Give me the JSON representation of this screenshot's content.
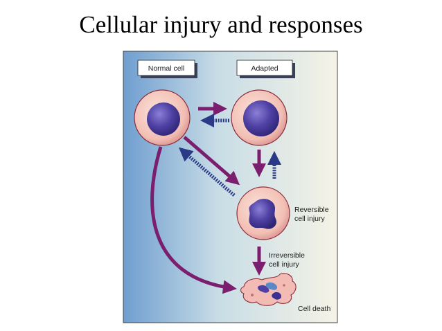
{
  "title": "Cellular injury and responses",
  "labels": {
    "normal_cell": "Normal cell",
    "adapted": "Adapted",
    "reversible_line1": "Reversible",
    "reversible_line2": "cell injury",
    "irreversible_line1": "Irreversible",
    "irreversible_line2": "cell injury",
    "cell_death": "Cell death"
  },
  "colors": {
    "panel_left": "#6f9ed0",
    "panel_mid": "#c9dde6",
    "panel_right": "#f5f3e6",
    "cell_fill": "#f4c6bc",
    "cell_stroke": "#8a2b3c",
    "nucleus": "#4a3d9c",
    "arrow_purple": "#7b1e6e",
    "arrow_navy": "#2a3a86"
  }
}
